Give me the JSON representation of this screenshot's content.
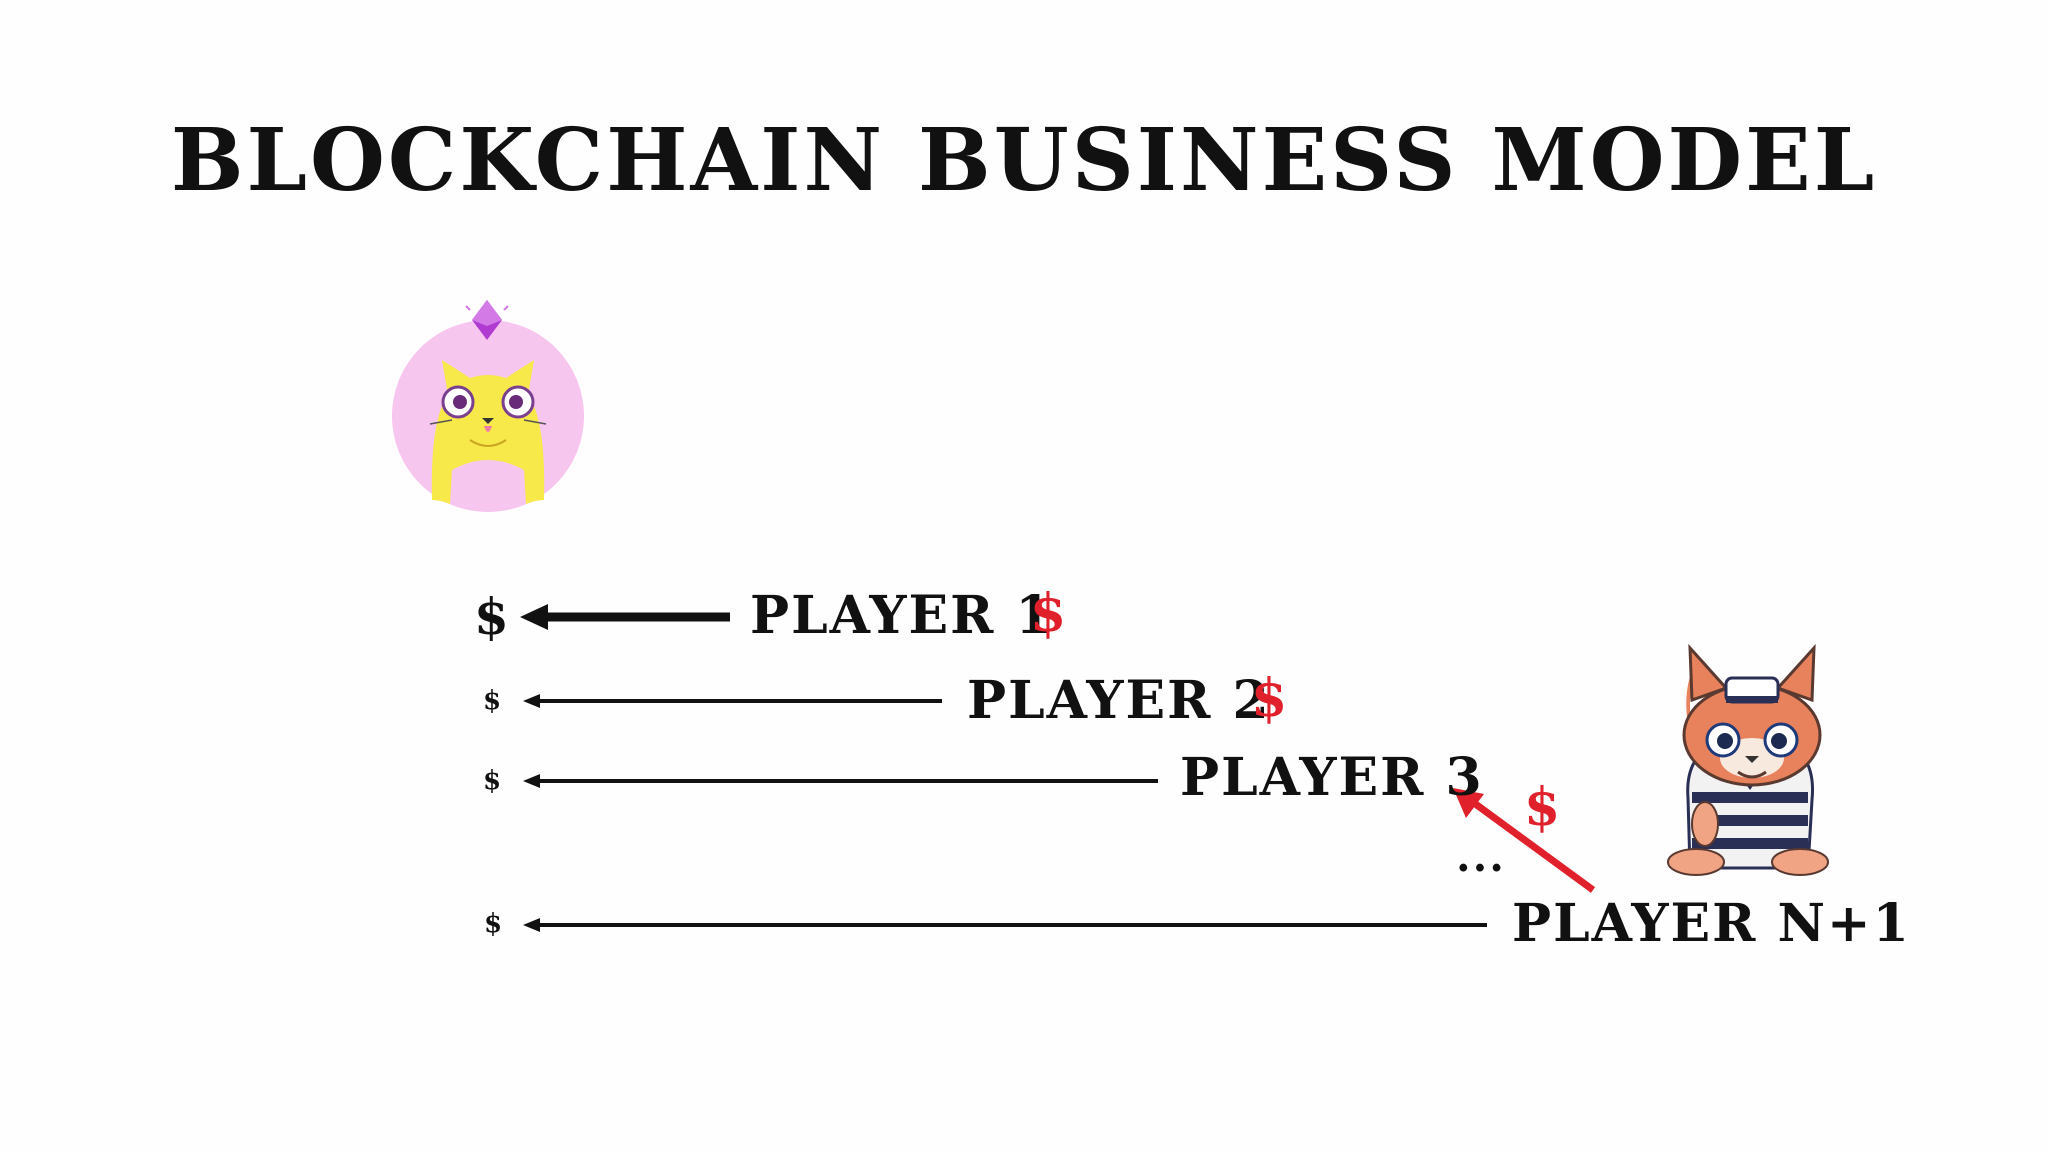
{
  "title": "BLOCKCHAIN BUSINESS MODEL",
  "players": [
    {
      "label": "PLAYER 1",
      "payout_symbol": "$",
      "paid_symbol": "$"
    },
    {
      "label": "PLAYER 2",
      "payout_symbol": "$",
      "paid_symbol": "$"
    },
    {
      "label": "PLAYER 3",
      "payout_symbol": "$"
    },
    {
      "label": "PLAYER N+1",
      "payout_symbol": "$",
      "paid_symbol": "$"
    }
  ],
  "ellipsis": "...",
  "colors": {
    "accent_red": "#e0202a",
    "text": "#111111",
    "ethereum_gem": "#b03bd1",
    "logo_circle": "#f6c6ee",
    "cat_yellow": "#f7e94a"
  },
  "icons": {
    "logo": "cryptokitties-cat-logo",
    "mascot": "sailor-cat-mascot"
  }
}
